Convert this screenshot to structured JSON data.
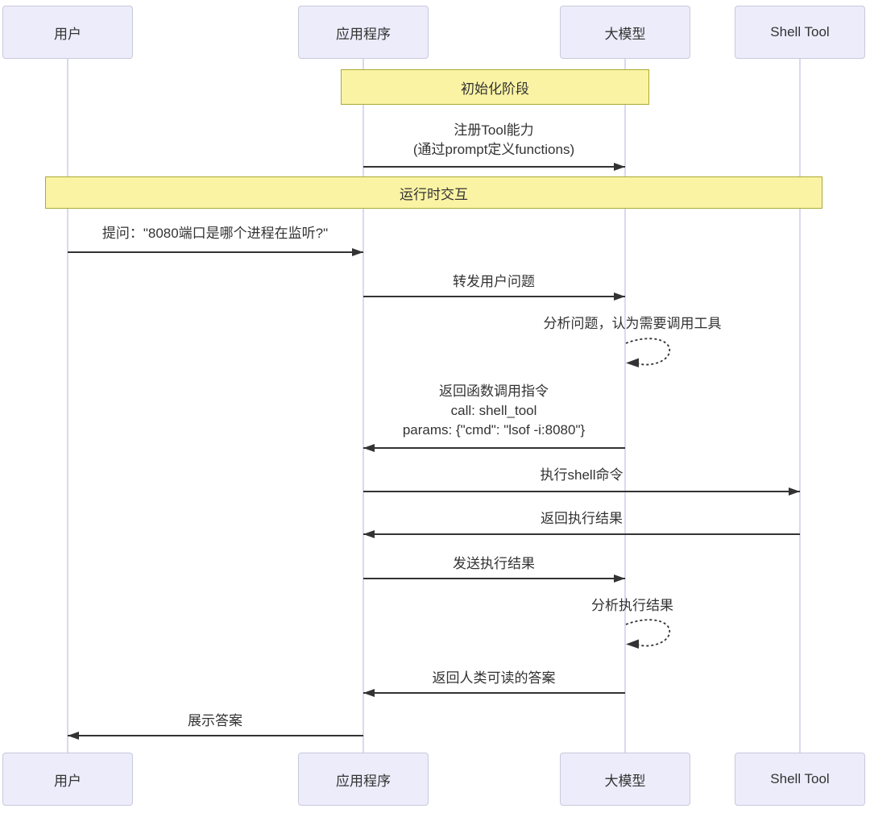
{
  "diagram": {
    "type": "sequence",
    "participants": [
      {
        "id": "user",
        "label": "用户"
      },
      {
        "id": "app",
        "label": "应用程序"
      },
      {
        "id": "llm",
        "label": "大模型"
      },
      {
        "id": "shell",
        "label": "Shell Tool"
      }
    ],
    "sections": [
      {
        "label": "初始化阶段"
      },
      {
        "label": "运行时交互"
      }
    ],
    "messages": [
      {
        "from": "应用程序",
        "to": "大模型",
        "kind": "solid",
        "text": "注册Tool能力\n(通过prompt定义functions)"
      },
      {
        "from": "用户",
        "to": "应用程序",
        "kind": "solid",
        "text": "提问：\"8080端口是哪个进程在监听?\""
      },
      {
        "from": "应用程序",
        "to": "大模型",
        "kind": "solid",
        "text": "转发用户问题"
      },
      {
        "from": "大模型",
        "to": "大模型",
        "kind": "self-dotted",
        "text": "分析问题，认为需要调用工具"
      },
      {
        "from": "大模型",
        "to": "应用程序",
        "kind": "solid",
        "text": "返回函数调用指令\ncall: shell_tool\nparams: {\"cmd\": \"lsof -i:8080\"}"
      },
      {
        "from": "应用程序",
        "to": "Shell Tool",
        "kind": "solid",
        "text": "执行shell命令"
      },
      {
        "from": "Shell Tool",
        "to": "应用程序",
        "kind": "solid",
        "text": "返回执行结果"
      },
      {
        "from": "应用程序",
        "to": "大模型",
        "kind": "solid",
        "text": "发送执行结果"
      },
      {
        "from": "大模型",
        "to": "大模型",
        "kind": "self-dotted",
        "text": "分析执行结果"
      },
      {
        "from": "大模型",
        "to": "应用程序",
        "kind": "solid",
        "text": "返回人类可读的答案"
      },
      {
        "from": "应用程序",
        "to": "用户",
        "kind": "solid",
        "text": "展示答案"
      }
    ],
    "colors": {
      "actor_fill": "#ececfb",
      "actor_border": "#c9c9dc",
      "section_fill": "#faf3a4",
      "section_border": "#aaaa33",
      "lifeline": "#d9d9f0",
      "arrow": "#333333",
      "text": "#333333",
      "background": "#ffffff"
    }
  }
}
